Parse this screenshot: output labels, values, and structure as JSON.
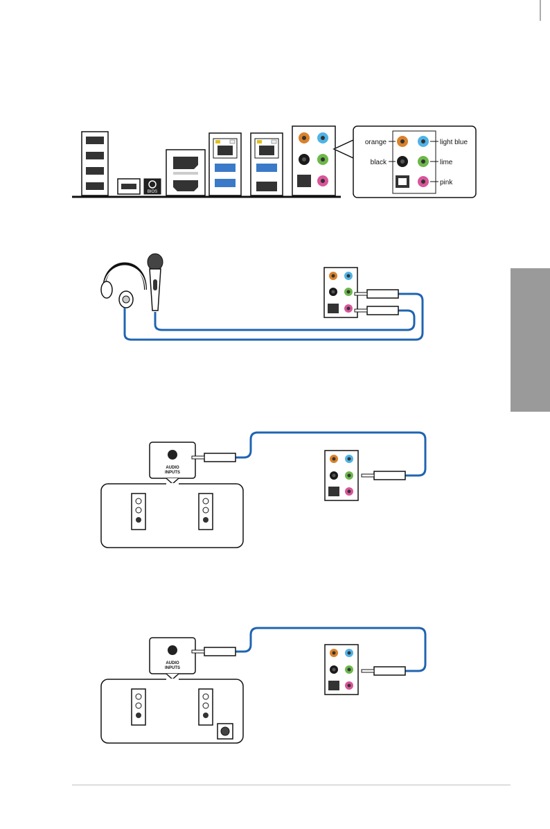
{
  "io_panel": {
    "bios_label": "BIOS"
  },
  "jack_legend": {
    "orange": "orange",
    "black": "black",
    "light_blue": "light blue",
    "lime": "lime",
    "pink": "pink"
  },
  "speaker_device_2ch": {
    "audio_label_line1": "AUDIO",
    "audio_label_line2": "INPUTS"
  },
  "speaker_device_sub": {
    "audio_label_line1": "AUDIO",
    "audio_label_line2": "INPUTS"
  },
  "colors": {
    "orange": "#d9822b",
    "light_blue": "#4fb3e6",
    "lime": "#6cb84a",
    "pink": "#d9559a",
    "black": "#1a1a1a",
    "cable": "#1f64b0",
    "side_tab": "#9a9a9a"
  }
}
